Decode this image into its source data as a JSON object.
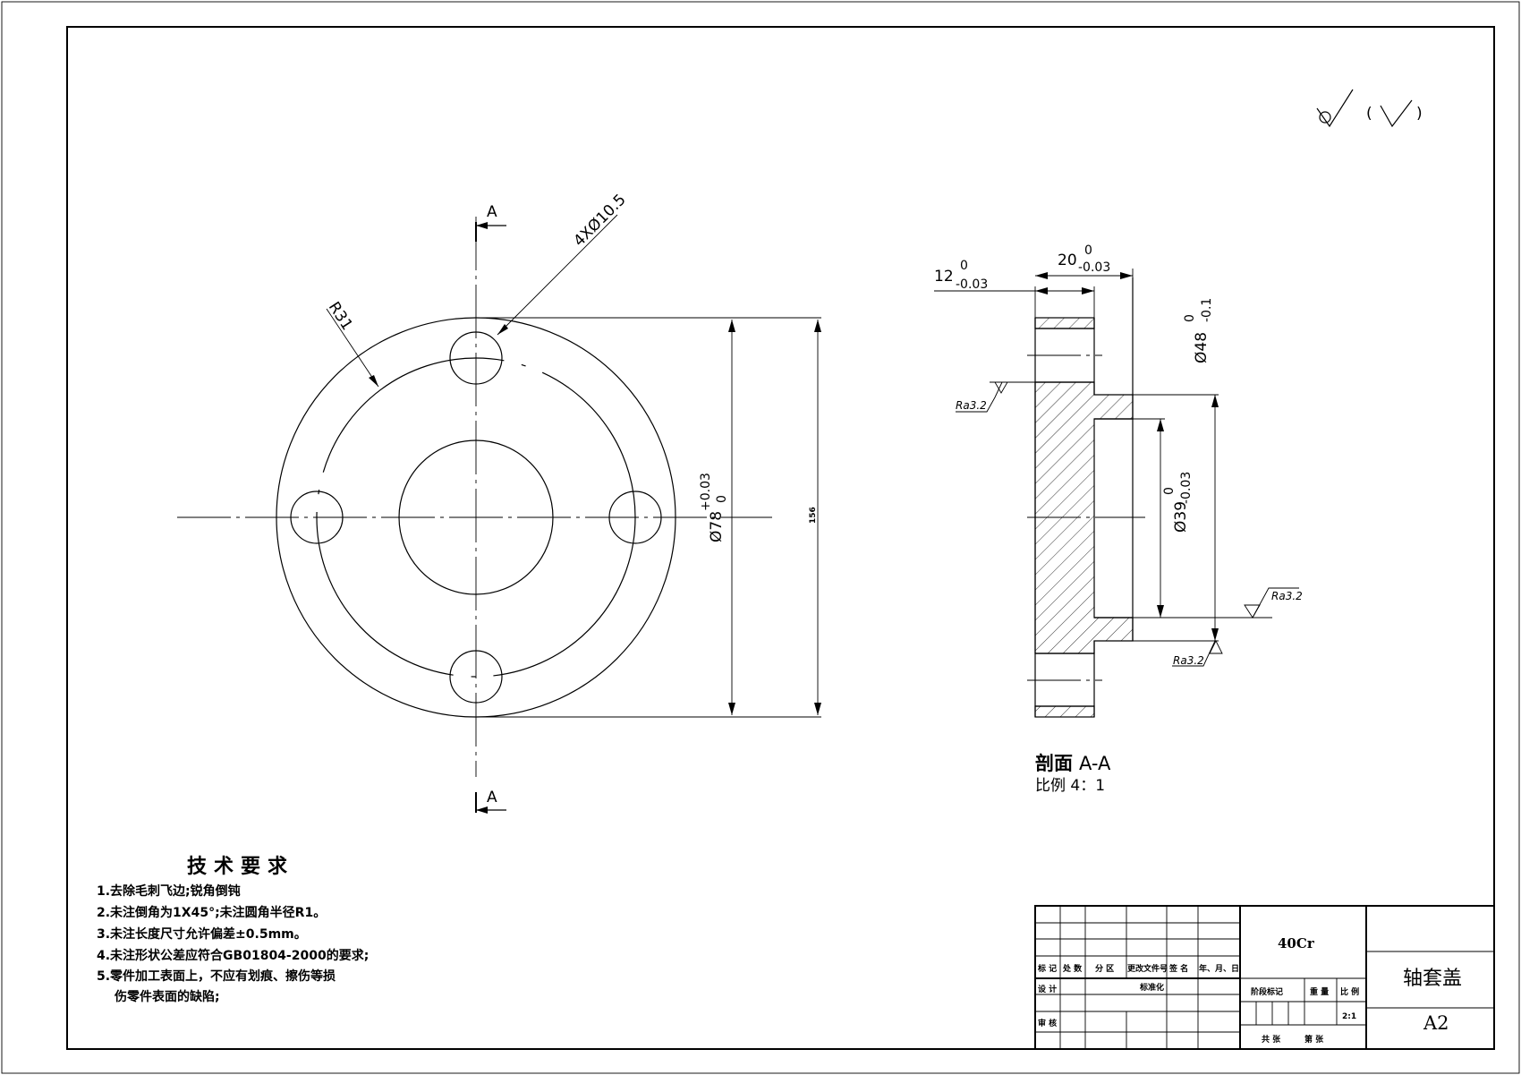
{
  "drawing": {
    "section_marks": {
      "top": "A",
      "bottom": "A"
    },
    "front_view": {
      "hole_note": "4XØ10.5",
      "radius_note": "R31",
      "dia_outer": "Ø78",
      "dia_outer_tol_upper": "+0.03",
      "dia_outer_tol_lower": "0",
      "overall_dim": "156"
    },
    "section_view": {
      "dim_12": "12",
      "dim_12_tol_upper": "0",
      "dim_12_tol_lower": "-0.03",
      "dim_20": "20",
      "dim_20_tol_upper": "0",
      "dim_20_tol_lower": "-0.03",
      "dia_48": "Ø48",
      "dia_48_tol_upper": "0",
      "dia_48_tol_lower": "-0.1",
      "dia_39": "Ø39",
      "dia_39_tol_upper": "0",
      "dia_39_tol_lower": "-0.03",
      "roughness_1": "Ra3.2",
      "roughness_2": "Ra3.2",
      "roughness_3": "Ra3.2",
      "title": "剖面",
      "title_label": "A-A",
      "scale_note": "比例 4：1"
    },
    "surface_symbol": {
      "paren_open": "(",
      "paren_close": ")"
    }
  },
  "tech_requirements": {
    "title": "技术要求",
    "items": [
      "1.去除毛刺飞边;锐角倒钝",
      "2.未注倒角为1X45°;未注圆角半径R1。",
      "3.未注长度尺寸允许偏差±0.5mm。",
      "4.未注形状公差应符合GB01804-2000的要求;",
      "5.零件加工表面上，不应有划痕、擦伤等损",
      "伤零件表面的缺陷;"
    ]
  },
  "title_block": {
    "material": "40Cr",
    "part_name": "轴套盖",
    "sheet_size": "A2",
    "scale": "2:1",
    "headers": {
      "mark": "标 记",
      "count": "处 数",
      "zone": "分 区",
      "change_doc": "更改文件号",
      "signature": "签 名",
      "date": "年、月、日",
      "design": "设 计",
      "standardize": "标准化",
      "review": "审 核",
      "stage_mark": "阶段标记",
      "weight": "重 量",
      "ratio": "比 例",
      "total_sheets": "共  张",
      "sheet_no": "第  张"
    }
  }
}
